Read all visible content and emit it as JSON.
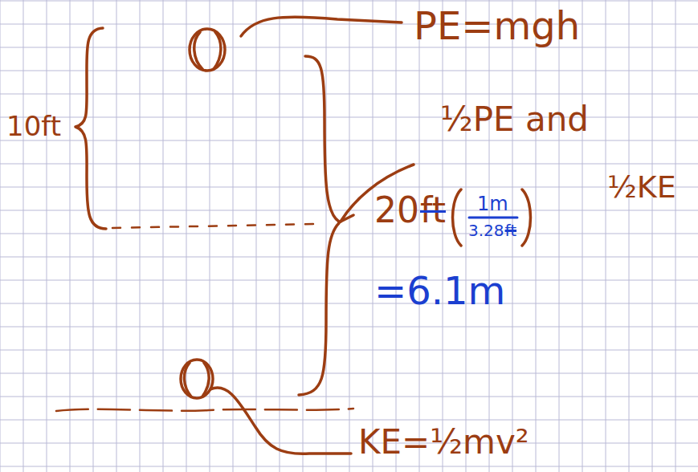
{
  "diagram": {
    "labels": [
      "10ft",
      "PE=mgh",
      "½PE and",
      "½KE",
      "20",
      "ft",
      "1m",
      "3.28",
      "ft",
      "=6.1m",
      "KE=½mv²"
    ]
  }
}
